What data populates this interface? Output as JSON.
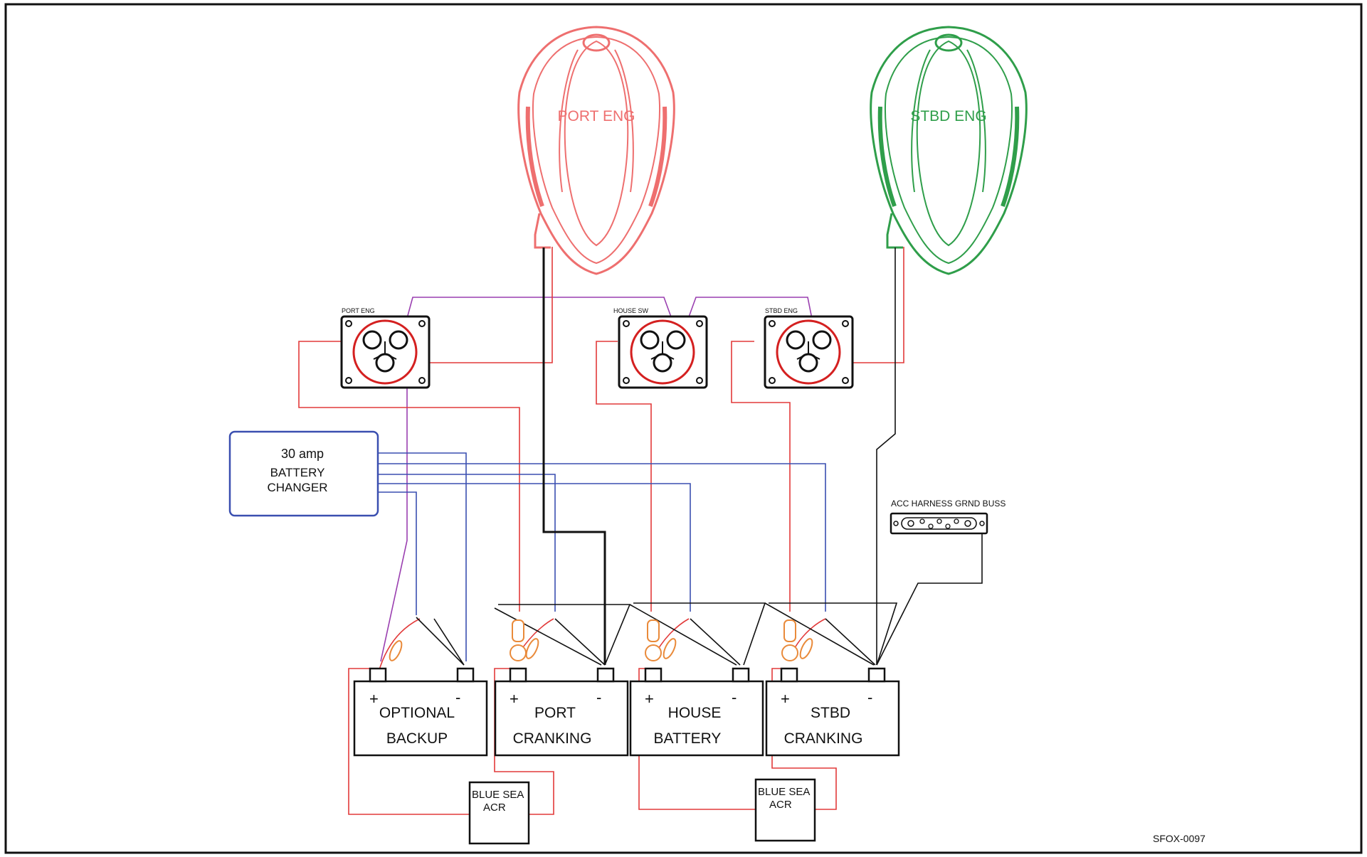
{
  "engines": {
    "port": {
      "label": "PORT ENG"
    },
    "stbd": {
      "label": "STBD ENG"
    }
  },
  "switches": {
    "port": {
      "label": "PORT ENG"
    },
    "house": {
      "label": "HOUSE SW"
    },
    "stbd": {
      "label": "STBD ENG"
    }
  },
  "charger": {
    "line1": "30 amp",
    "line2": "BATTERY",
    "line3": "CHANGER"
  },
  "ground_buss": {
    "label": "ACC HARNESS GRND BUSS"
  },
  "batteries": [
    {
      "line1": "OPTIONAL",
      "line2": "BACKUP",
      "pos": "+",
      "neg": "-"
    },
    {
      "line1": "PORT",
      "line2": "CRANKING",
      "pos": "+",
      "neg": "-"
    },
    {
      "line1": "HOUSE",
      "line2": "BATTERY",
      "pos": "+",
      "neg": "-"
    },
    {
      "line1": "STBD",
      "line2": "CRANKING",
      "pos": "+",
      "neg": "-"
    }
  ],
  "acr": [
    {
      "line1": "BLUE SEA",
      "line2": "ACR"
    },
    {
      "line1": "BLUE SEA",
      "line2": "ACR"
    }
  ],
  "drawing_number": "SFOX-0097",
  "colors": {
    "port_engine": "#ee6f6f",
    "stbd_engine": "#2f9e4a",
    "positive_wire": "#e23a3a",
    "charger_wire": "#3a4fb0",
    "switch_link_wire": "#9a3fb0",
    "ground_wire": "#111111",
    "fuse": "#e98a3a"
  }
}
